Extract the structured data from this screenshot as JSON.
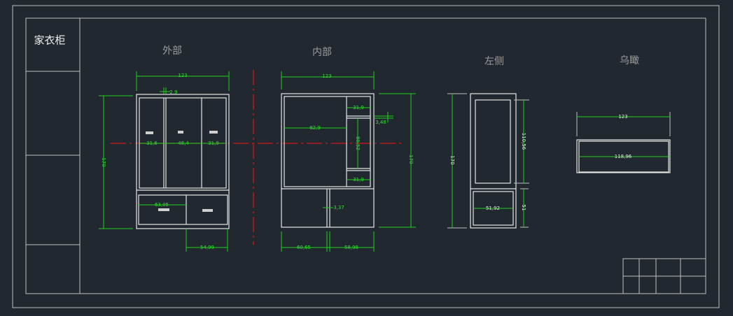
{
  "title_block": {
    "title": "家衣柜"
  },
  "views": {
    "exterior": {
      "label": "外部",
      "dims": {
        "width": "123",
        "gap": "2,9",
        "height": "170",
        "door_left": "31,6",
        "door_mid": "48,4",
        "door_right": "31,9",
        "drawer_left": "63,05",
        "drawer_right": "54,99"
      }
    },
    "interior": {
      "label": "内部",
      "dims": {
        "width": "123",
        "shelf_top": "31,9",
        "thickness": "3,48",
        "hanging": "82,9",
        "mid_height": "80,52",
        "shelf_bottom": "31,9",
        "divider": "3,37",
        "height": "170",
        "bottom_left": "60,65",
        "bottom_right": "58,98"
      }
    },
    "left_side": {
      "label": "左侧",
      "dims": {
        "height": "170",
        "upper": "110,56",
        "lower": "51",
        "drawer": "51,92"
      }
    },
    "top_view": {
      "label": "乌瞰",
      "dims": {
        "outer": "123",
        "inner": "118,96"
      }
    }
  },
  "colors": {
    "background": "#212830",
    "dimension": "#1ed01e",
    "centerline": "#d01818",
    "line": "#e6e6e6"
  }
}
